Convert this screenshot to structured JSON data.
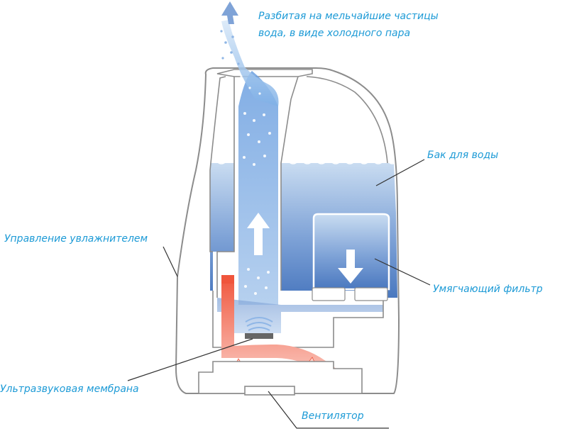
{
  "labels": {
    "vapor_line1": "Разбитая на мельчайшие частицы",
    "vapor_line2": "вода, в виде холодного пара",
    "tank": "Бак для воды",
    "control": "Управление увлажнителем",
    "filter": "Умягчающий фильтр",
    "membrane": "Ультразвуковая мембрана",
    "fan": "Вентилятор"
  },
  "colors": {
    "label": "#1c9ad6",
    "outline": "#8c8c8c",
    "water_top": "#c9dcf1",
    "water_bottom": "#4a78bf",
    "vapor": "#a9c8ec",
    "heat": "#f0553c",
    "leader": "#333333"
  }
}
